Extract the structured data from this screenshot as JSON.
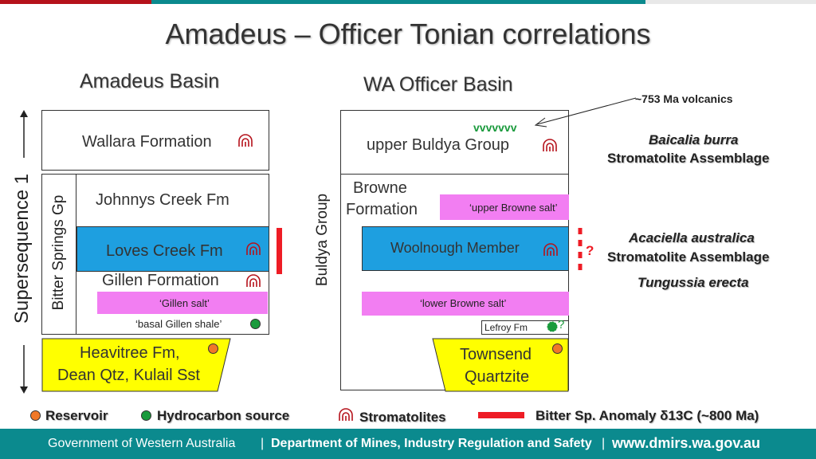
{
  "title": "Amadeus – Officer Tonian correlations",
  "colors": {
    "top_bar": [
      "#b5121b",
      "#0b8a8e",
      "#f2f2f2"
    ],
    "blue": "#1e9fe0",
    "pink": "#f27ef2",
    "yellow": "#ffff00",
    "red": "#ee1c25",
    "green": "#1a9a3c",
    "orange": "#f07828",
    "footer": "#0b8a8e"
  },
  "amadeus": {
    "heading": "Amadeus Basin",
    "supersequence": "Supersequence 1",
    "wallara": "Wallara Formation",
    "bitter_springs": "Bitter Springs Gp",
    "johnnys": "Johnnys Creek Fm",
    "loves": "Loves Creek Fm",
    "gillen": "Gillen Formation",
    "gillen_salt": "‘Gillen salt’",
    "basal_gillen": "‘basal Gillen shale’",
    "heavitree_1": "Heavitree Fm,",
    "heavitree_2": "Dean Qtz, Kulail Sst"
  },
  "officer": {
    "heading": "WA Officer Basin",
    "buldya": "Buldya Group",
    "upper_buldya": "upper Buldya Group",
    "volcanic_marks": "vvvvvvv",
    "browne_1": "Browne",
    "browne_2": "Formation",
    "upper_browne_salt": "‘upper Browne salt’",
    "woolnough": "Woolnough Member",
    "lower_browne_salt": "‘lower Browne salt’",
    "lefroy": "Lefroy Fm",
    "townsend_1": "Townsend",
    "townsend_2": "Quartzite"
  },
  "annotations": {
    "volcanics": "~753 Ma volcanics",
    "baicalia_1": "Baicalia burra",
    "baicalia_2": "Stromatolite Assemblage",
    "acaciella_1": "Acaciella australica",
    "acaciella_2": "Stromatolite Assemblage",
    "tungussia": "Tungussia erecta",
    "question": "?"
  },
  "legend": {
    "reservoir": "Reservoir",
    "hydrocarbon": "Hydrocarbon source",
    "stromatolites": "Stromatolites",
    "anomaly": "Bitter Sp. Anomaly δ13C (~800 Ma)"
  },
  "footer": {
    "gov": "Government of Western Australia",
    "sep": "|",
    "dept": "Department of Mines, Industry Regulation and Safety",
    "url": "www.dmirs.wa.gov.au"
  }
}
